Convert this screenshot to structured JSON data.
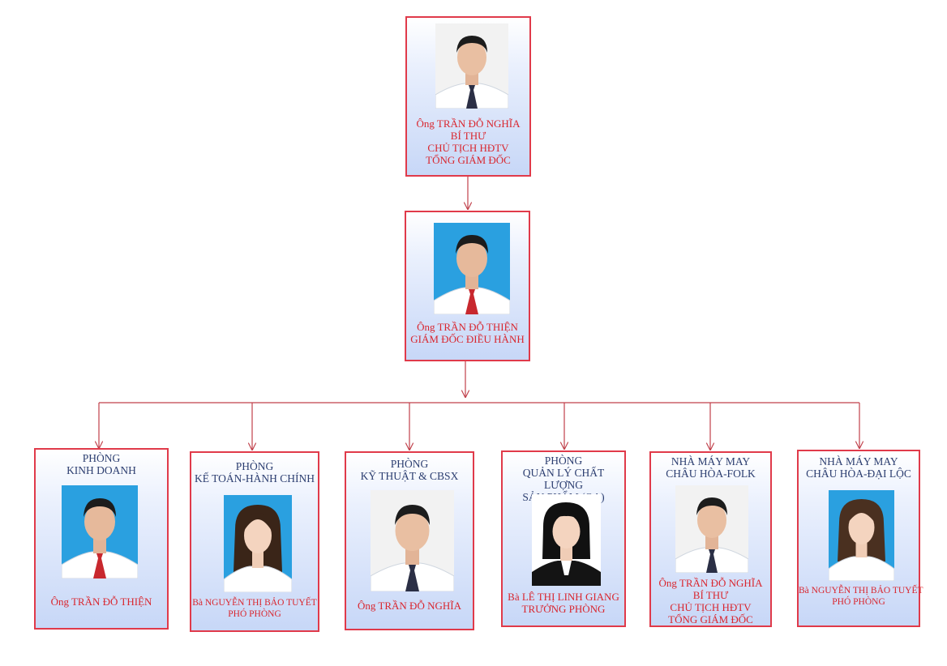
{
  "chart": {
    "top": {
      "caption": [
        "Ông TRẦN ĐỖ NGHĨA",
        "BÍ THƯ",
        "CHỦ TỊCH HĐTV",
        "TỔNG GIÁM ĐỐC"
      ]
    },
    "second": {
      "caption": [
        "Ông TRẦN ĐỖ THIỆN",
        "GIÁM ĐỐC ĐIỀU HÀNH"
      ]
    },
    "departments": [
      {
        "title": [
          "PHÒNG",
          "KINH DOANH"
        ],
        "caption": [
          "Ông TRẦN ĐỖ THIỆN"
        ]
      },
      {
        "title": [
          "PHÒNG",
          "KẾ TOÁN-HÀNH CHÍNH"
        ],
        "caption": [
          "Bà NGUYỄN THỊ BẢO TUYẾT",
          "PHÓ PHÒNG"
        ]
      },
      {
        "title": [
          "PHÒNG",
          "KỸ THUẬT & CBSX"
        ],
        "caption": [
          "Ông TRẦN ĐỖ NGHĨA"
        ]
      },
      {
        "title": [
          "PHÒNG",
          "QUẢN LÝ CHẤT LƯỢNG",
          "SẢN PHẨM (QA)"
        ],
        "caption": [
          "Bà LÊ THỊ LINH GIANG",
          "TRƯỞNG PHÒNG"
        ]
      },
      {
        "title": [
          "NHÀ MÁY MAY",
          "CHÂU HÒA-FOLK"
        ],
        "caption": [
          "Ông TRẦN ĐỖ NGHĨA",
          "BÍ THƯ",
          "CHỦ TỊCH HĐTV",
          "TỔNG GIÁM ĐỐC"
        ]
      },
      {
        "title": [
          "NHÀ MÁY MAY",
          "CHÂU HÒA-ĐẠI LỘC"
        ],
        "caption": [
          "Bà NGUYỄN THỊ BẢO TUYẾT",
          "PHÓ PHÒNG"
        ]
      }
    ]
  },
  "colors": {
    "border": "#e03a4a",
    "connector": "#c0404a",
    "caption": "#d9262e",
    "title": "#2c3e70",
    "photo_blue": "#2aa0e0",
    "photo_white": "#f2f2f2"
  }
}
